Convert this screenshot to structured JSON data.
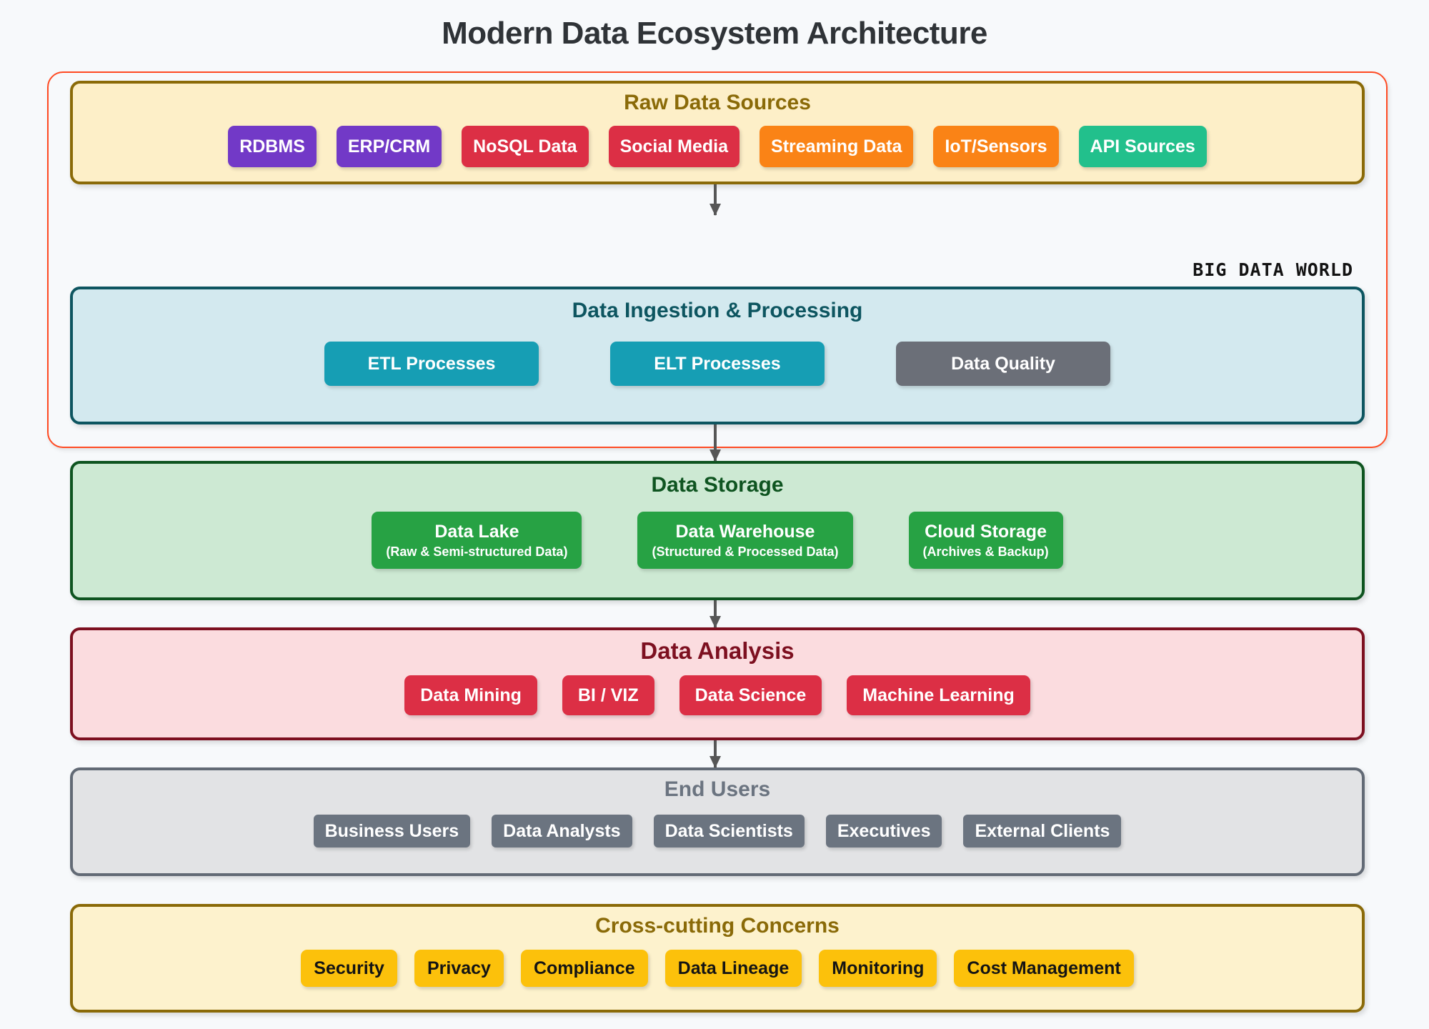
{
  "title": "Modern Data Ecosystem Architecture",
  "bigdata": {
    "label": "BIG DATA WORLD",
    "border_color": "#ff4a22"
  },
  "sections": {
    "sources": {
      "title": "Raw Data Sources",
      "title_color": "#8a6a08",
      "bg": "#fdefc8",
      "border": "#8a6a08",
      "chips": [
        {
          "label": "RDBMS",
          "color": "#7239c7"
        },
        {
          "label": "ERP/CRM",
          "color": "#7239c7"
        },
        {
          "label": "NoSQL Data",
          "color": "#dc2f45"
        },
        {
          "label": "Social Media",
          "color": "#dc2f45"
        },
        {
          "label": "Streaming Data",
          "color": "#fa8316"
        },
        {
          "label": "IoT/Sensors",
          "color": "#fa8316"
        },
        {
          "label": "API Sources",
          "color": "#22c08c"
        }
      ]
    },
    "ingestion": {
      "title": "Data Ingestion & Processing",
      "title_color": "#0d5560",
      "bg": "#d3e9ef",
      "border": "#0d5560",
      "chips": [
        {
          "label": "ETL Processes",
          "color": "#169eb4"
        },
        {
          "label": "ELT Processes",
          "color": "#169eb4"
        },
        {
          "label": "Data Quality",
          "color": "#6b6f78"
        }
      ]
    },
    "storage": {
      "title": "Data Storage",
      "title_color": "#0e5420",
      "bg": "#cde9d3",
      "border": "#0e5420",
      "chips": [
        {
          "label": "Data Lake",
          "sub": "(Raw & Semi-structured Data)",
          "color": "#27a244"
        },
        {
          "label": "Data Warehouse",
          "sub": "(Structured & Processed Data)",
          "color": "#27a244"
        },
        {
          "label": "Cloud Storage",
          "sub": "(Archives & Backup)",
          "color": "#27a244"
        }
      ]
    },
    "analysis": {
      "title": "Data Analysis",
      "title_color": "#7d1020",
      "bg": "#fbdcdf",
      "border": "#7d1020",
      "chips": [
        {
          "label": "Data Mining",
          "color": "#dc2f45"
        },
        {
          "label": "BI / VIZ",
          "color": "#dc2f45"
        },
        {
          "label": "Data Science",
          "color": "#dc2f45"
        },
        {
          "label": "Machine Learning",
          "color": "#dc2f45"
        }
      ]
    },
    "users": {
      "title": "End Users",
      "title_color": "#6b7480",
      "bg": "#e2e3e5",
      "border": "#626a75",
      "chips": [
        {
          "label": "Business Users",
          "color": "#6b7480"
        },
        {
          "label": "Data Analysts",
          "color": "#6b7480"
        },
        {
          "label": "Data Scientists",
          "color": "#6b7480"
        },
        {
          "label": "Executives",
          "color": "#6b7480"
        },
        {
          "label": "External Clients",
          "color": "#6b7480"
        }
      ]
    },
    "cross": {
      "title": "Cross-cutting Concerns",
      "title_color": "#8a6a08",
      "bg": "#fdf2cd",
      "border": "#8a6a08",
      "chips": [
        {
          "label": "Security",
          "color": "#fcc10b"
        },
        {
          "label": "Privacy",
          "color": "#fcc10b"
        },
        {
          "label": "Compliance",
          "color": "#fcc10b"
        },
        {
          "label": "Data Lineage",
          "color": "#fcc10b"
        },
        {
          "label": "Monitoring",
          "color": "#fcc10b"
        },
        {
          "label": "Cost Management",
          "color": "#fcc10b"
        }
      ]
    }
  },
  "arrows": [
    {
      "name": "sources-to-ingestion"
    },
    {
      "name": "ingestion-to-storage"
    },
    {
      "name": "storage-to-analysis"
    },
    {
      "name": "analysis-to-users"
    }
  ]
}
